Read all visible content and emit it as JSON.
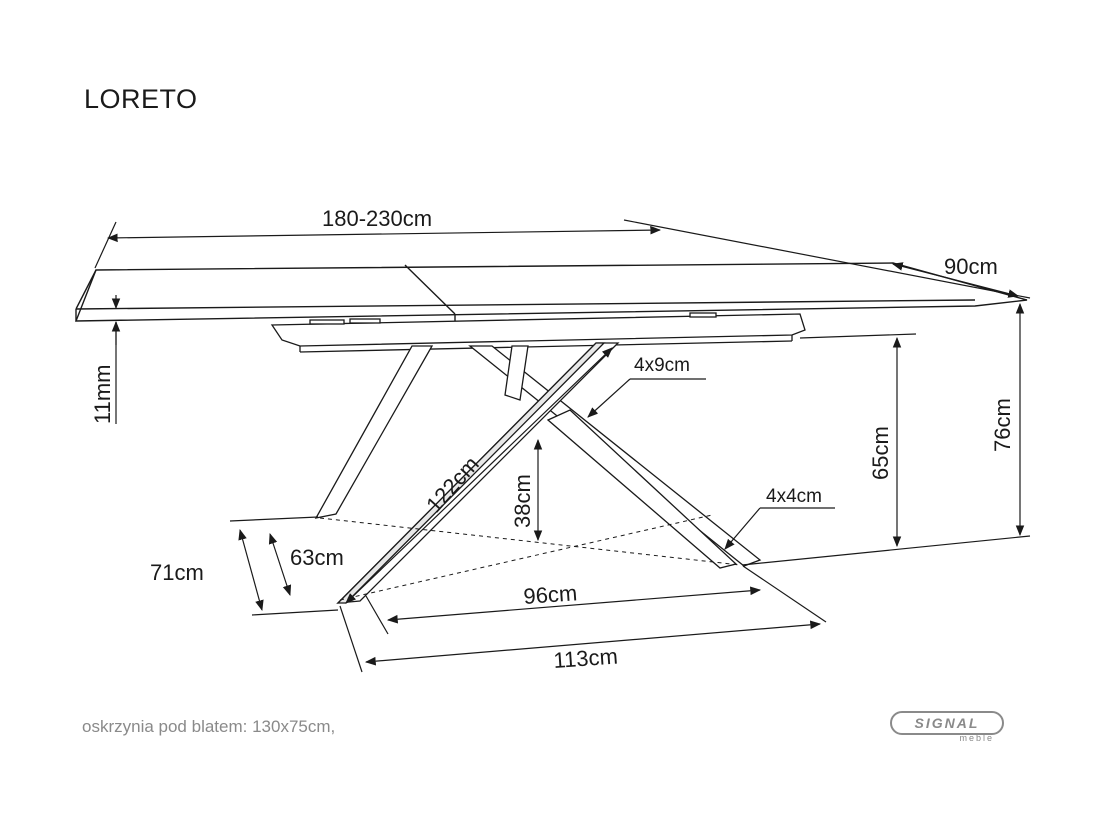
{
  "title": "LORETO",
  "dimensions": {
    "length": "180-230cm",
    "width": "90cm",
    "top_thickness": "11mm",
    "height_total": "76cm",
    "height_frame": "65cm",
    "leg_section_main": "4x9cm",
    "leg_section_small": "4x4cm",
    "leg_length": "122cm",
    "cross_height": "38cm",
    "base_depth_outer": "71cm",
    "base_depth_inner": "63cm",
    "base_length_inner": "96cm",
    "base_length_outer": "113cm"
  },
  "footnote": "oskrzynia pod blatem: 130x75cm,",
  "logo": {
    "brand": "SIGNAL",
    "sub": "meble"
  }
}
